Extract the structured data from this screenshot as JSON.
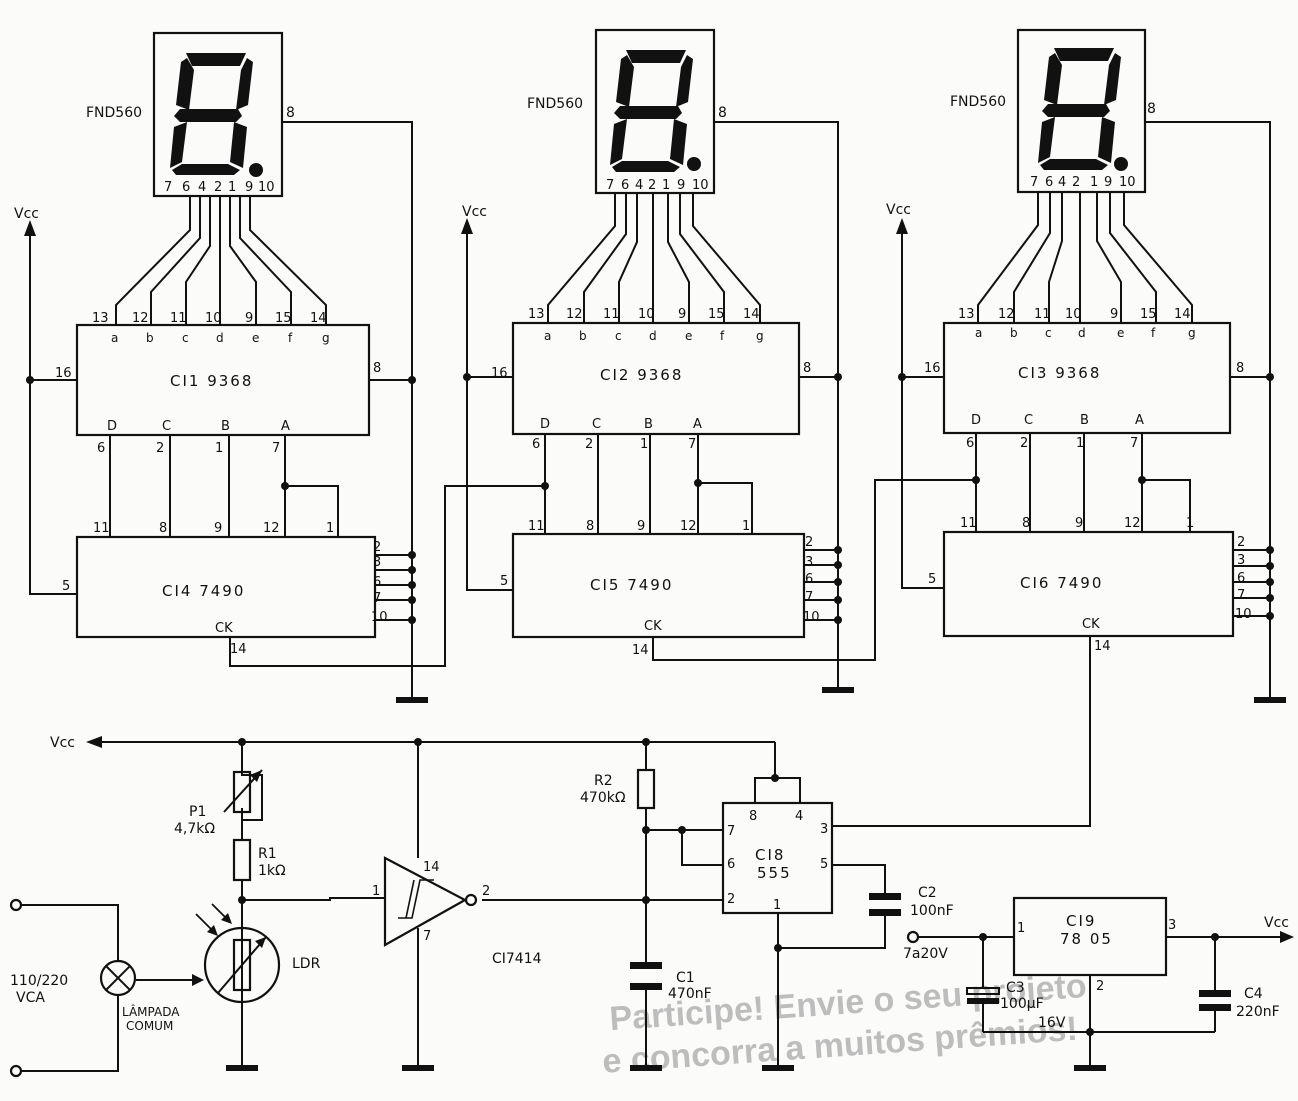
{
  "displays": [
    {
      "label": "FND560",
      "pins": [
        "7",
        "6",
        "4",
        "2",
        "1",
        "9",
        "10"
      ],
      "common_pin": "8"
    },
    {
      "label": "FND560",
      "pins": [
        "7",
        "6",
        "4",
        "2",
        "1",
        "9",
        "10"
      ],
      "common_pin": "8"
    },
    {
      "label": "FND560",
      "pins": [
        "7",
        "6",
        "4",
        "2",
        "1",
        "9",
        "10"
      ],
      "common_pin": "8"
    }
  ],
  "decoders": [
    {
      "name": "CI1 9368",
      "top_pins": [
        "13",
        "12",
        "11",
        "10",
        "9",
        "15",
        "14"
      ],
      "seg_names": [
        "a",
        "b",
        "c",
        "d",
        "e",
        "f",
        "g"
      ],
      "vcc_pin": "16",
      "gnd_pin": "8",
      "inputs": [
        "D",
        "C",
        "B",
        "A"
      ],
      "input_pins": [
        "6",
        "2",
        "1",
        "7"
      ]
    },
    {
      "name": "CI2 9368",
      "top_pins": [
        "13",
        "12",
        "11",
        "10",
        "9",
        "15",
        "14"
      ],
      "seg_names": [
        "a",
        "b",
        "c",
        "d",
        "e",
        "f",
        "g"
      ],
      "vcc_pin": "16",
      "gnd_pin": "8",
      "inputs": [
        "D",
        "C",
        "B",
        "A"
      ],
      "input_pins": [
        "6",
        "2",
        "1",
        "7"
      ]
    },
    {
      "name": "CI3 9368",
      "top_pins": [
        "13",
        "12",
        "11",
        "10",
        "9",
        "15",
        "14"
      ],
      "seg_names": [
        "a",
        "b",
        "c",
        "d",
        "e",
        "f",
        "g"
      ],
      "vcc_pin": "16",
      "gnd_pin": "8",
      "inputs": [
        "D",
        "C",
        "B",
        "A"
      ],
      "input_pins": [
        "6",
        "2",
        "1",
        "7"
      ]
    }
  ],
  "counters": [
    {
      "name": "CI4 7490",
      "top_pins": [
        "11",
        "8",
        "9",
        "12",
        "1"
      ],
      "left_pin": "5",
      "right_pins": [
        "2",
        "3",
        "6",
        "7",
        "10"
      ],
      "clock_label": "CK",
      "clock_pin": "14"
    },
    {
      "name": "CI5 7490",
      "top_pins": [
        "11",
        "8",
        "9",
        "12",
        "1"
      ],
      "left_pin": "5",
      "right_pins": [
        "2",
        "3",
        "6",
        "7",
        "10"
      ],
      "clock_label": "CK",
      "clock_pin": "14"
    },
    {
      "name": "CI6 7490",
      "top_pins": [
        "11",
        "8",
        "9",
        "12",
        "1"
      ],
      "left_pin": "5",
      "right_pins": [
        "2",
        "3",
        "6",
        "7",
        "10"
      ],
      "clock_label": "CK",
      "clock_pin": "14"
    }
  ],
  "vcc_label": "Vcc",
  "timer": {
    "name": "CI8",
    "part": "555",
    "pins": {
      "p8": "8",
      "p4": "4",
      "p7": "7",
      "p6": "6",
      "p2": "2",
      "p1": "1",
      "p5": "5",
      "p3": "3"
    }
  },
  "schmitt": {
    "name": "CI7414",
    "in_pin": "1",
    "out_pin": "2",
    "vcc_pin": "14",
    "gnd_pin": "7"
  },
  "regulator": {
    "name": "CI9",
    "part": "78 05",
    "in_pin": "1",
    "out_pin": "3",
    "gnd_pin": "2",
    "input_label": "7a20V"
  },
  "components": {
    "p1_name": "P1",
    "p1_value": "4,7kΩ",
    "r1_name": "R1",
    "r1_value": "1kΩ",
    "r2_name": "R2",
    "r2_value": "470kΩ",
    "c1_name": "C1",
    "c1_value": "470nF",
    "c2_name": "C2",
    "c2_value": "100nF",
    "c3_name": "C3",
    "c3_value": "100µF",
    "c3_voltage": "16V",
    "c4_name": "C4",
    "c4_value": "220nF",
    "ldr_label": "LDR",
    "mains_line1": "110/220",
    "mains_line2": "VCA",
    "lamp_line1": "LÂMPADA",
    "lamp_line2": "COMUM"
  },
  "watermark": {
    "line1": "Participe! Envie o seu projeto",
    "line2": "e concorra a muitos prêmios!"
  }
}
